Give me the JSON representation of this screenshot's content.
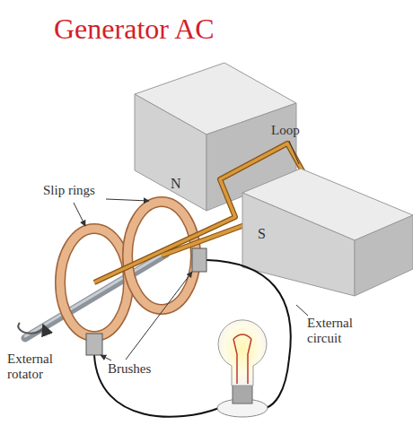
{
  "diagram": {
    "title": "Generator AC",
    "labels": [
      "Loop",
      "Slip rings",
      "N",
      "S",
      "External circuit",
      "External rotator",
      "Brushes"
    ]
  }
}
